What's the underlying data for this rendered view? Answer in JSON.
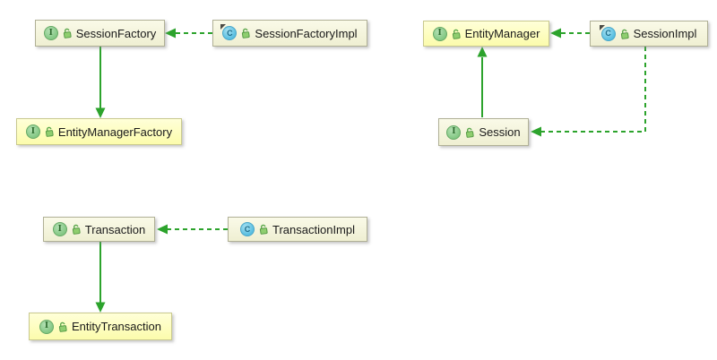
{
  "colors": {
    "canvas_bg": "#FFFFFF",
    "edge_green": "#2CA32C",
    "node_cream_top": "#FAFAE8",
    "node_cream_bottom": "#EFEFD2",
    "node_yellow_top": "#FFFFD8",
    "node_yellow_bottom": "#FCFCAC",
    "node_border": "#B0B096",
    "node_yellow_border": "#C9C98F",
    "interface_icon_green": "#84C884",
    "class_icon_blue": "#58BEE0"
  },
  "nodes": {
    "session_factory": {
      "label": "SessionFactory",
      "kind": "interface",
      "icon_letter": "I",
      "highlighted": false
    },
    "session_factory_impl": {
      "label": "SessionFactoryImpl",
      "kind": "class",
      "icon_letter": "C",
      "highlighted": false
    },
    "entity_manager_factory": {
      "label": "EntityManagerFactory",
      "kind": "interface",
      "icon_letter": "I",
      "highlighted": true
    },
    "entity_manager": {
      "label": "EntityManager",
      "kind": "interface",
      "icon_letter": "I",
      "highlighted": true
    },
    "session_impl": {
      "label": "SessionImpl",
      "kind": "class",
      "icon_letter": "C",
      "highlighted": false
    },
    "session": {
      "label": "Session",
      "kind": "interface",
      "icon_letter": "I",
      "highlighted": false
    },
    "transaction": {
      "label": "Transaction",
      "kind": "interface",
      "icon_letter": "I",
      "highlighted": false
    },
    "transaction_impl": {
      "label": "TransactionImpl",
      "kind": "class",
      "icon_letter": "C",
      "highlighted": false
    },
    "entity_transaction": {
      "label": "EntityTransaction",
      "kind": "interface",
      "icon_letter": "I",
      "highlighted": true
    }
  },
  "edges": [
    {
      "from": "SessionFactoryImpl",
      "to": "SessionFactory",
      "style": "dashed"
    },
    {
      "from": "SessionFactory",
      "to": "EntityManagerFactory",
      "style": "solid"
    },
    {
      "from": "SessionImpl",
      "to": "EntityManager",
      "style": "dashed"
    },
    {
      "from": "Session",
      "to": "EntityManager",
      "style": "solid"
    },
    {
      "from": "SessionImpl",
      "to": "Session",
      "style": "dashed"
    },
    {
      "from": "TransactionImpl",
      "to": "Transaction",
      "style": "dashed"
    },
    {
      "from": "Transaction",
      "to": "EntityTransaction",
      "style": "solid"
    }
  ]
}
